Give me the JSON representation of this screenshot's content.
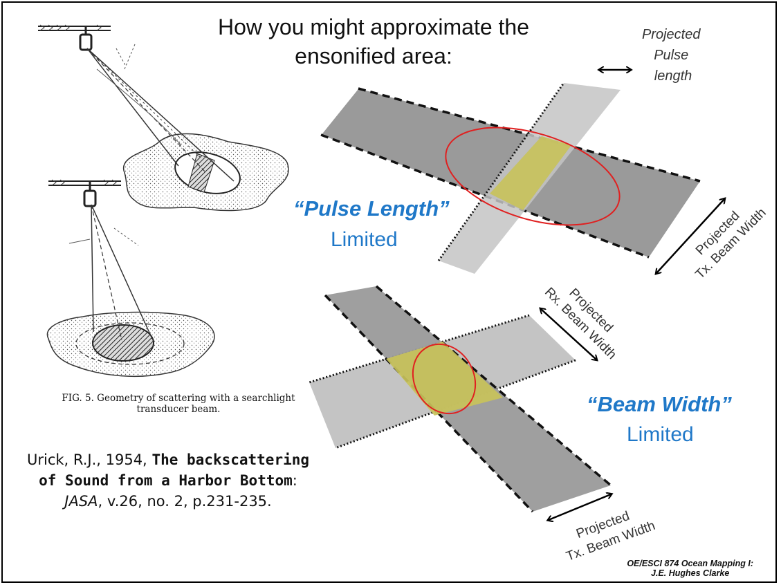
{
  "title_line1": "How you might approximate the",
  "title_line2": "ensonified area:",
  "top_diagram": {
    "pulse_label": [
      "Projected",
      "Pulse",
      "length"
    ],
    "tx_label": [
      "Projected",
      "Tx. Beam Width"
    ],
    "heading_bold": "“Pulse Length”",
    "heading_plain": "Limited"
  },
  "bottom_diagram": {
    "rx_label": [
      "Projected",
      "Rx. Beam Width"
    ],
    "tx_label": [
      "Projected",
      "Tx. Beam Width"
    ],
    "heading_bold": "“Beam Width”",
    "heading_plain": "Limited"
  },
  "figure_caption_line1": "FIG. 5. Geometry of scattering with a searchlight",
  "figure_caption_line2": "transducer beam.",
  "citation": {
    "author_year": "Urick, R.J., 1954,",
    "title_part1": "The backscattering",
    "title_part2": "of Sound from a Harbor Bottom",
    "colon": ":",
    "journal": "JASA",
    "rest": ", v.26, no. 2, p.231-235."
  },
  "credit_line1": "OE/ESCI 874 Ocean Mapping I:",
  "credit_line2": "J.E. Hughes Clarke",
  "colors": {
    "dark_gray": "#9a9a9a",
    "light_gray": "#c4c4c4",
    "overlap": "#c8c25a",
    "ellipse": "#e02020",
    "heading_blue": "#1f78c8"
  }
}
